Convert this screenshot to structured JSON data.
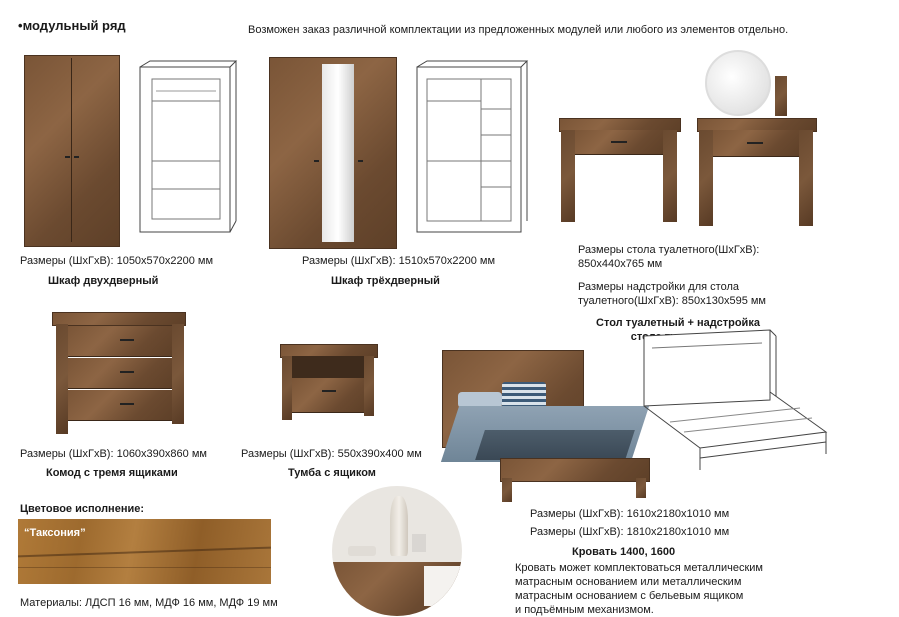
{
  "header": {
    "title": "модульный ряд",
    "note": "Возможен заказ различной комплектации из предложенных модулей или любого из элементов отдельно."
  },
  "products": {
    "wardrobe2": {
      "dims": "Размеры (ШхГхВ): 1050х570х2200 мм",
      "name": "Шкаф двухдверный"
    },
    "wardrobe3": {
      "dims": "Размеры (ШхГхВ): 1510х570х2200 мм",
      "name": "Шкаф трёхдверный"
    },
    "dressing": {
      "dims1": "Размеры стола туалетного(ШхГхВ):",
      "dims1b": "850х440х765 мм",
      "dims2": "Размеры надстройки для стола",
      "dims2b": "туалетного(ШхГхВ): 850х130х595 мм",
      "name1": "Стол туалетный + надстройка",
      "name2": "стола туалетного"
    },
    "chest": {
      "dims": "Размеры (ШхГхВ): 1060х390х860 мм",
      "name": "Комод с тремя ящиками"
    },
    "nightstand": {
      "dims": "Размеры (ШхГхВ): 550х390х400 мм",
      "name": "Тумба с ящиком"
    },
    "bed": {
      "dims1": "Размеры (ШхГхВ): 1610х2180х1010 мм",
      "dims2": "Размеры (ШхГхВ): 1810х2180х1010 мм",
      "name": "Кровать 1400, 1600",
      "desc": [
        "Кровать может комплектоваться металлическим",
        "матрасным основанием или металлическим",
        "матрасным основанием с бельевым ящиком",
        "и подъёмным механизмом."
      ]
    }
  },
  "color": {
    "heading": "Цветовое исполнение:",
    "swatch_label": "“Таксония”",
    "materials": "Материалы: ЛДСП 16 мм, МДФ 16 мм, МДФ 19 мм"
  },
  "colors": {
    "wood": "#7a5537",
    "swatch": "#a8702f"
  }
}
